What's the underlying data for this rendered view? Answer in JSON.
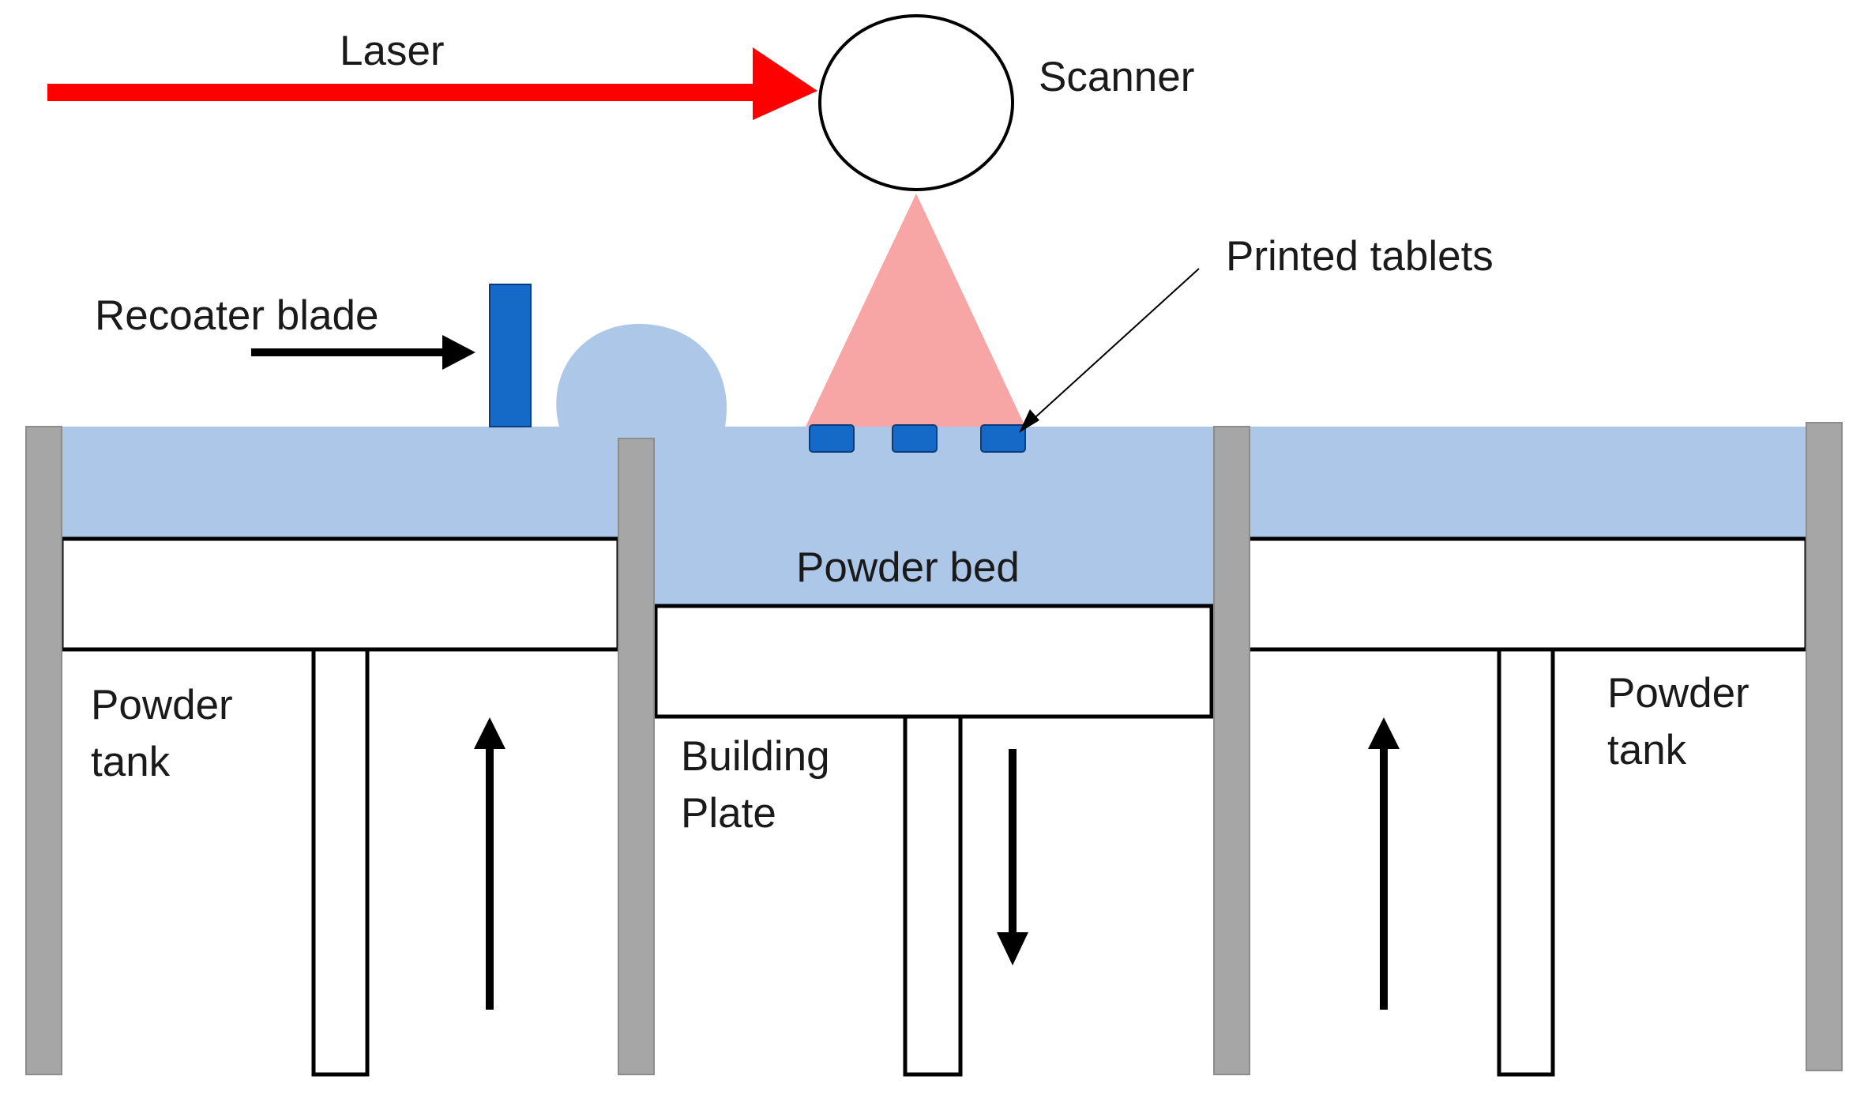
{
  "labels": {
    "laser": "Laser",
    "scanner": "Scanner",
    "printed_tablets": "Printed tablets",
    "recoater_blade": "Recoater blade",
    "powder_bed": "Powder bed",
    "powder_tank_left": [
      "Powder",
      "tank"
    ],
    "powder_tank_right": [
      "Powder",
      "tank"
    ],
    "building_plate": [
      "Building",
      "Plate"
    ]
  },
  "colors": {
    "laser": "#ff0000",
    "laser_beam": "#f7a5a5",
    "powder": "#adc7e8",
    "blade": "#1569c7",
    "tablets": "#1569c7",
    "walls": "#a6a6a6",
    "outline": "#000000"
  }
}
